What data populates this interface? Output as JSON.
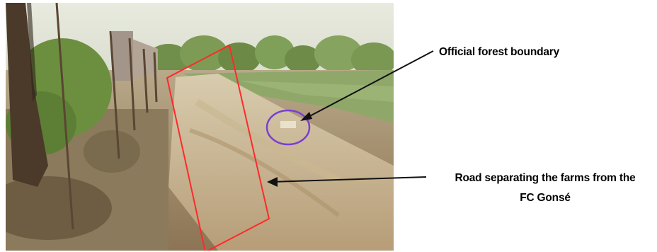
{
  "figure": {
    "annotations": {
      "boundary_label": "Official forest boundary",
      "road_label_line1": "Road separating the farms from the",
      "road_label_line2": "FC Gonsé"
    },
    "colors": {
      "road_outline": "#ff2a2a",
      "boundary_marker_circle": "#7a3fd0",
      "arrow": "#111111"
    }
  }
}
